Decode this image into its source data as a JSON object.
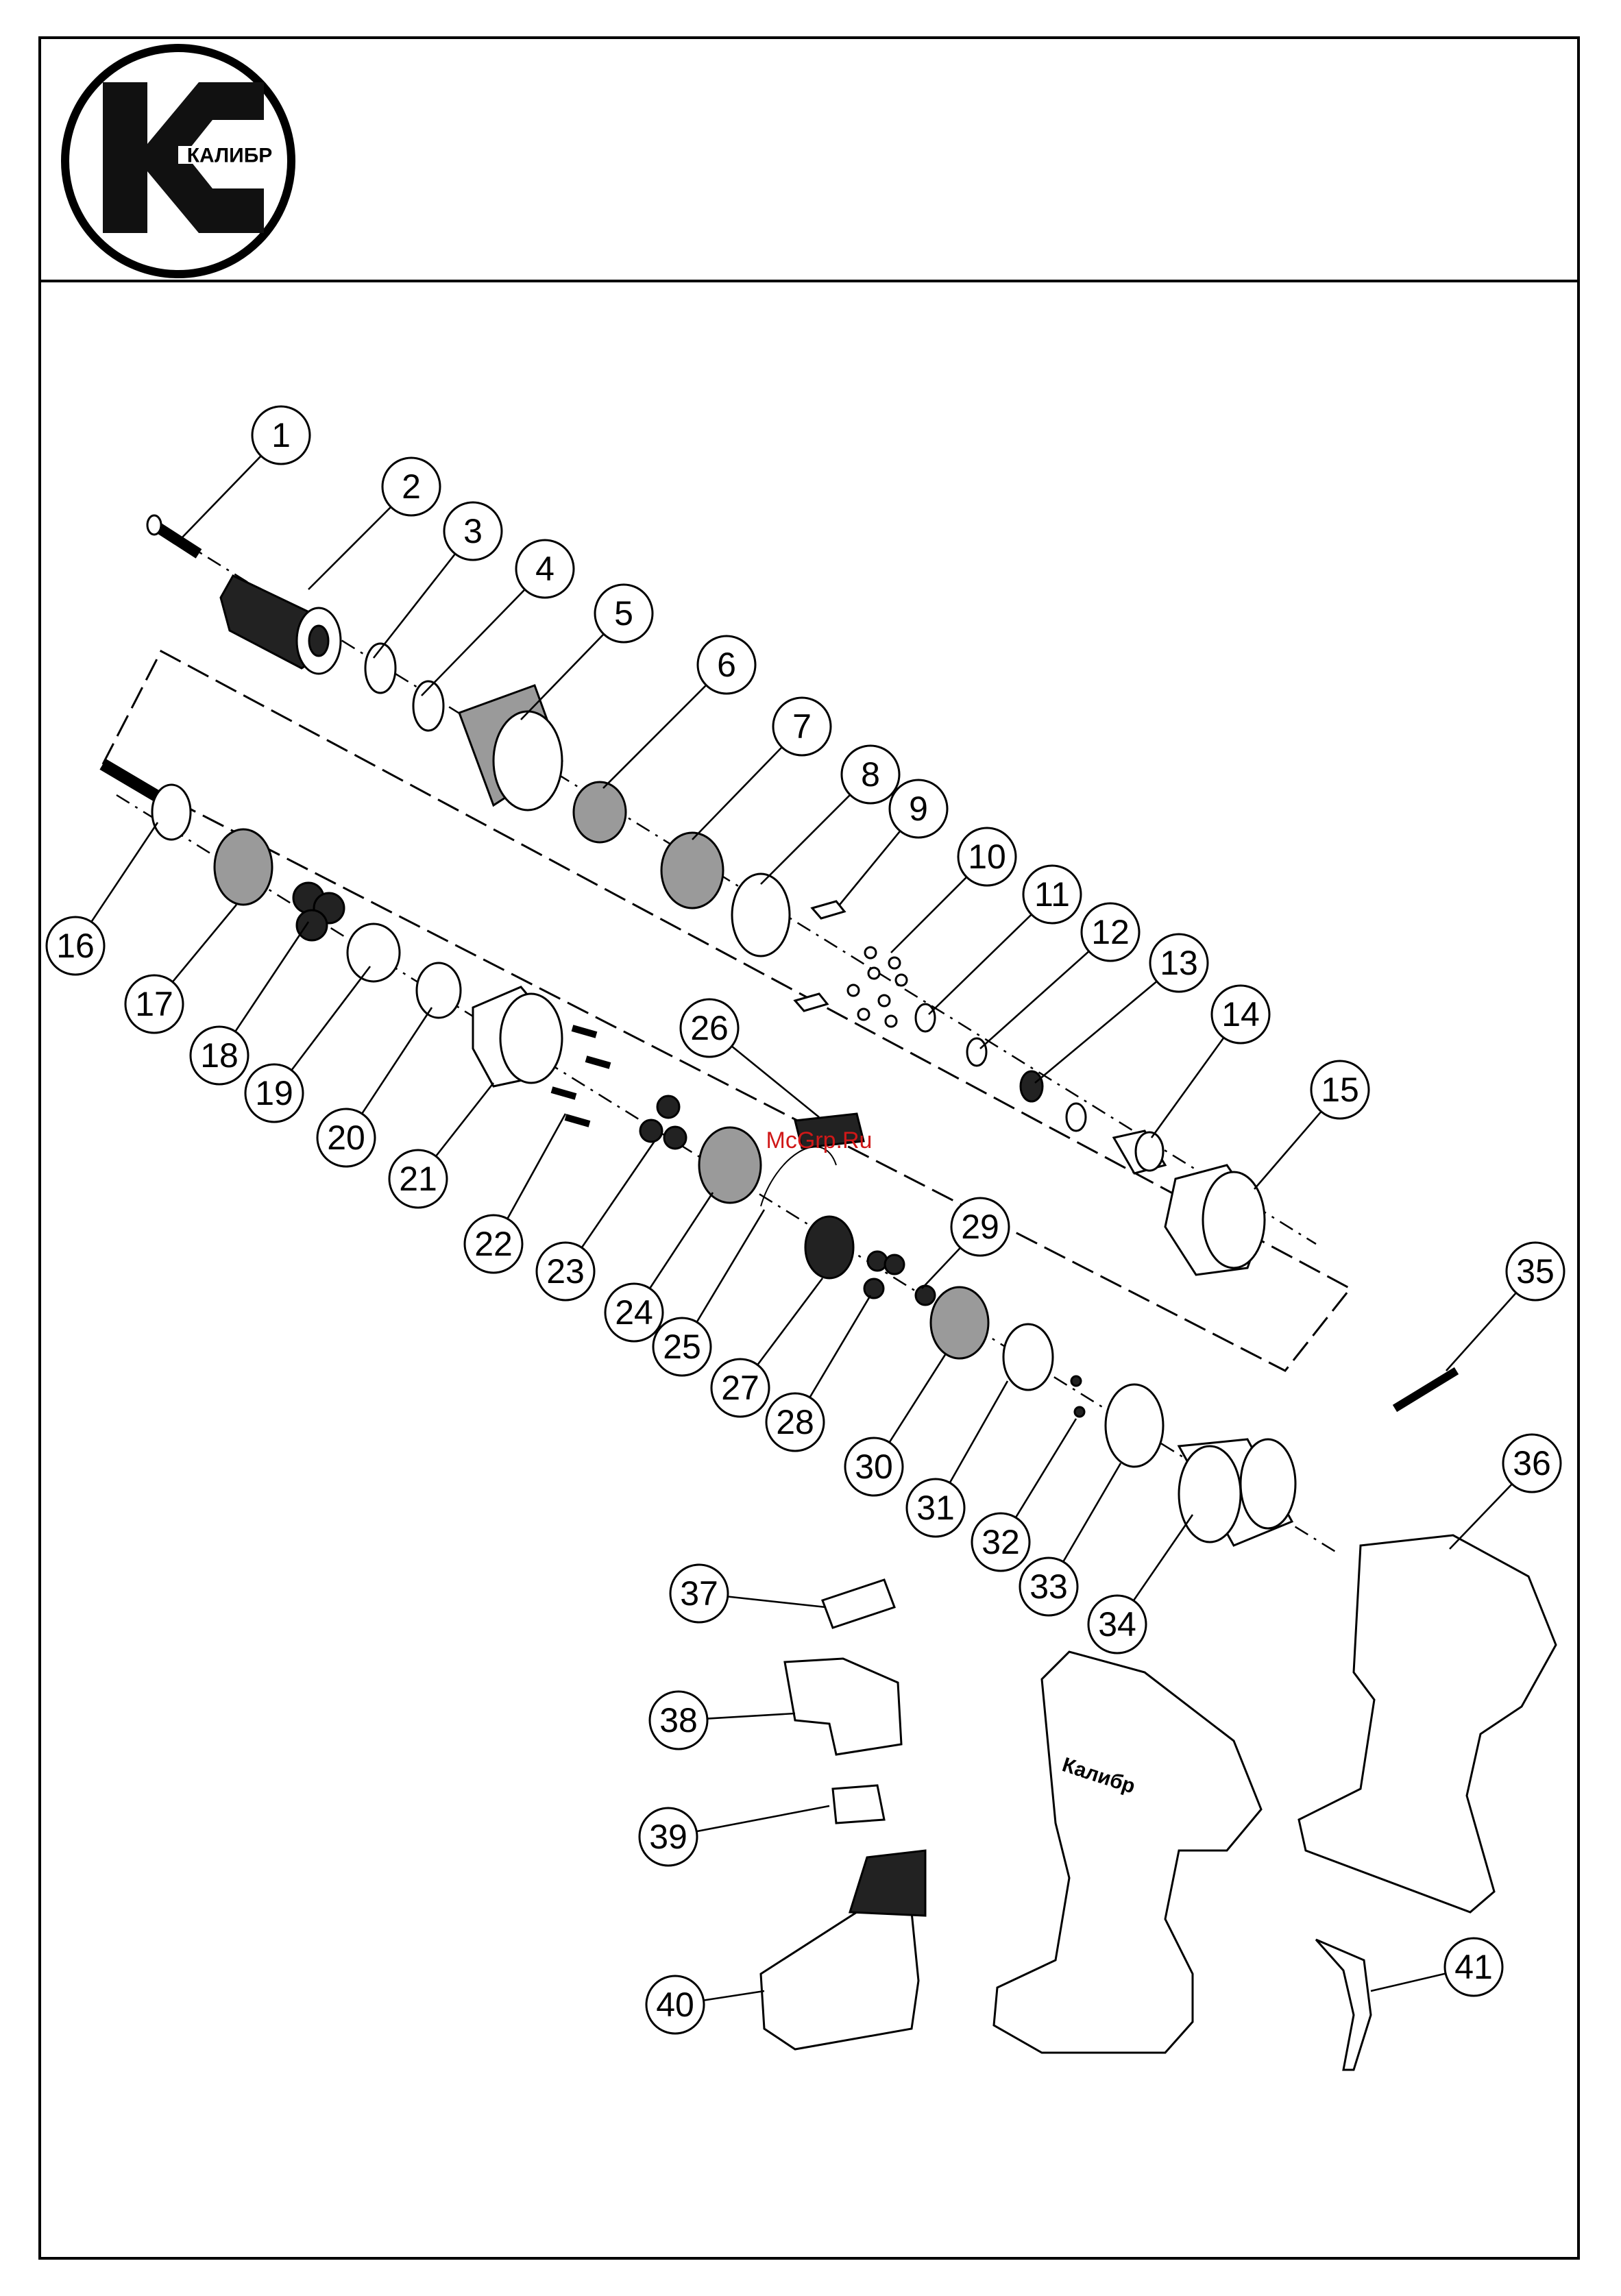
{
  "logo": {
    "brand_text": "КАЛИБР",
    "letter": "К"
  },
  "watermark": "McGrp.Ru",
  "product_label": "Калибр",
  "callouts": [
    {
      "n": "1"
    },
    {
      "n": "2"
    },
    {
      "n": "3"
    },
    {
      "n": "4"
    },
    {
      "n": "5"
    },
    {
      "n": "6"
    },
    {
      "n": "7"
    },
    {
      "n": "8"
    },
    {
      "n": "9"
    },
    {
      "n": "10"
    },
    {
      "n": "11"
    },
    {
      "n": "12"
    },
    {
      "n": "13"
    },
    {
      "n": "14"
    },
    {
      "n": "15"
    },
    {
      "n": "16"
    },
    {
      "n": "17"
    },
    {
      "n": "18"
    },
    {
      "n": "19"
    },
    {
      "n": "20"
    },
    {
      "n": "21"
    },
    {
      "n": "22"
    },
    {
      "n": "23"
    },
    {
      "n": "24"
    },
    {
      "n": "25"
    },
    {
      "n": "26"
    },
    {
      "n": "27"
    },
    {
      "n": "28"
    },
    {
      "n": "29"
    },
    {
      "n": "30"
    },
    {
      "n": "31"
    },
    {
      "n": "32"
    },
    {
      "n": "33"
    },
    {
      "n": "34"
    },
    {
      "n": "35"
    },
    {
      "n": "36"
    },
    {
      "n": "37"
    },
    {
      "n": "38"
    },
    {
      "n": "39"
    },
    {
      "n": "40"
    },
    {
      "n": "41"
    }
  ],
  "colors": {
    "line": "#000000",
    "paper": "#ffffff",
    "watermark": "#d01818"
  }
}
